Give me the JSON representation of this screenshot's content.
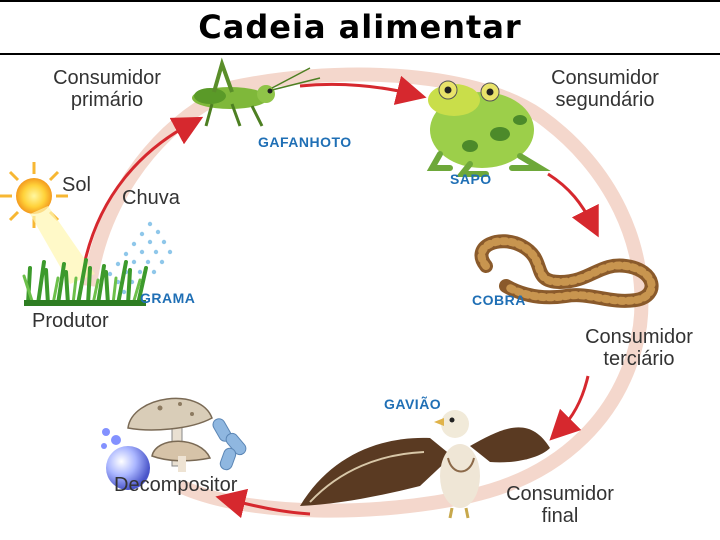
{
  "title": "Cadeia alimentar",
  "labels": {
    "consumidor_primario_1": "Consumidor",
    "consumidor_primario_2": "primário",
    "consumidor_segundario_1": "Consumidor",
    "consumidor_segundario_2": "segundário",
    "consumidor_terciario_1": "Consumidor",
    "consumidor_terciario_2": "terciário",
    "consumidor_final_1": "Consumidor",
    "consumidor_final_2": "final",
    "produtor": "Produtor",
    "decompositor": "Decompositor",
    "sol": "Sol",
    "chuva": "Chuva"
  },
  "organisms": {
    "gafanhoto": "GAFANHOTO",
    "sapo": "SAPO",
    "cobra": "COBRA",
    "gaviao": "GAVIÃO",
    "grama": "GRAMA"
  },
  "colors": {
    "arrow": "#d6282e",
    "ring": "#f4d7cc",
    "tag": "#1f6fb5"
  }
}
